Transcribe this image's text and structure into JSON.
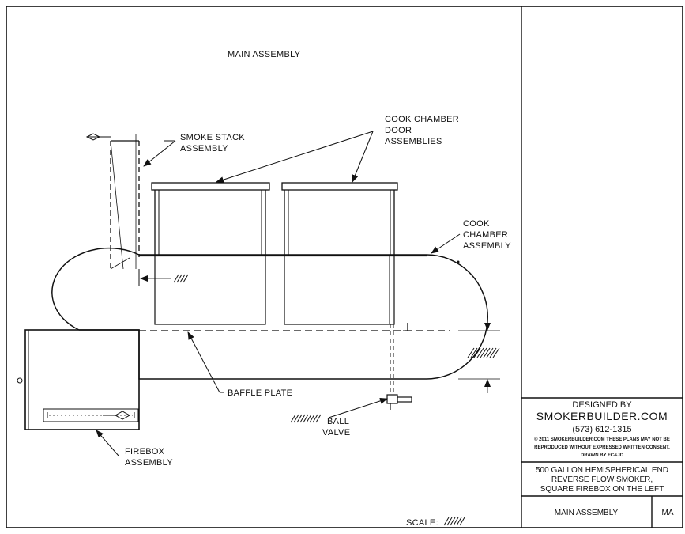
{
  "drawing": {
    "title": "MAIN ASSEMBLY",
    "labels": {
      "smoke_stack": [
        "SMOKE STACK",
        "ASSEMBLY"
      ],
      "cook_chamber_doors": [
        "COOK CHAMBER",
        "DOOR",
        "ASSEMBLIES"
      ],
      "cook_chamber": [
        "COOK",
        "CHAMBER",
        "ASSEMBLY"
      ],
      "baffle_plate": "BAFFLE PLATE",
      "ball_valve": [
        "BALL",
        "VALVE"
      ],
      "firebox": [
        "FIREBOX",
        "ASSEMBLY"
      ]
    },
    "scale_label": "SCALE:"
  },
  "title_block": {
    "designed_by": "DESIGNED BY",
    "company": "SMOKERBUILDER.COM",
    "phone": "(573) 612-1315",
    "copyright_line1": "© 2011 SMOKERBUILDER.COM THESE PLANS MAY NOT BE",
    "copyright_line2": "REPRODUCED WITHOUT EXPRESSED WRITTEN CONSENT.",
    "drawn_by": "DRAWN BY FC&JD",
    "description_line1": "500 GALLON HEMISPHERICAL END",
    "description_line2": "REVERSE FLOW SMOKER,",
    "description_line3": "SQUARE FIREBOX ON THE LEFT",
    "sheet_name": "MAIN ASSEMBLY",
    "sheet_code": "MA"
  }
}
